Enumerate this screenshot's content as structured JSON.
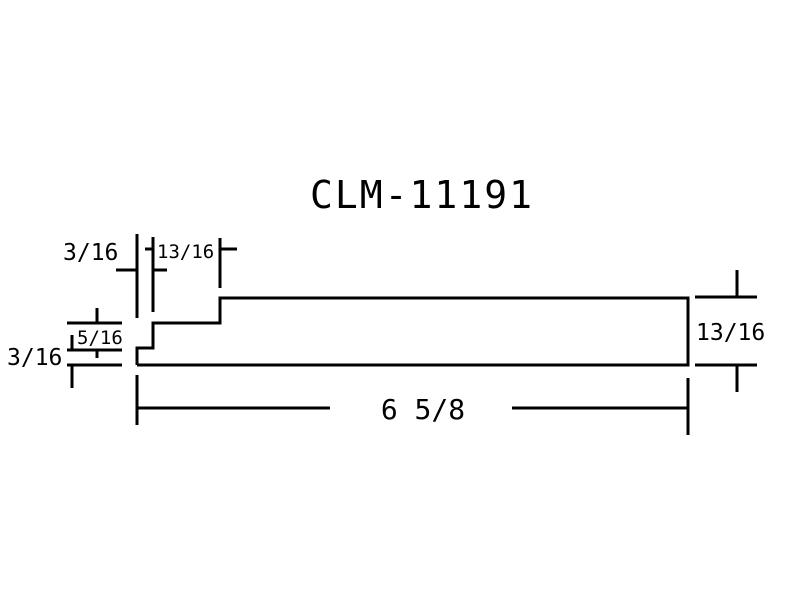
{
  "title": "CLM-11191",
  "dimensions": {
    "top_left_width": "3/16",
    "top_step_width": "13/16",
    "left_step_height": "5/16",
    "left_bottom_height": "3/16",
    "right_thickness": "13/16",
    "overall_width": "6 5/8"
  },
  "colors": {
    "line": "#000000",
    "background": "#ffffff"
  }
}
